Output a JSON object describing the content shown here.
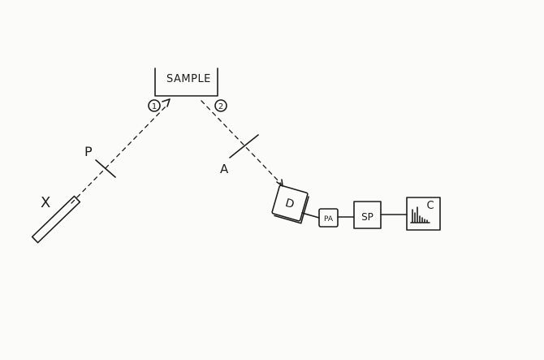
{
  "labels": {
    "source": "X",
    "polarizer": "P",
    "sample": "SAMPLE",
    "port1": "1",
    "port2": "2",
    "analyzer": "A",
    "detector": "D",
    "preamp": "PA",
    "signal_processor": "SP",
    "computer": "C"
  },
  "colors": {
    "ink": "#1c1c1c",
    "paper": "#fbfbf9"
  }
}
